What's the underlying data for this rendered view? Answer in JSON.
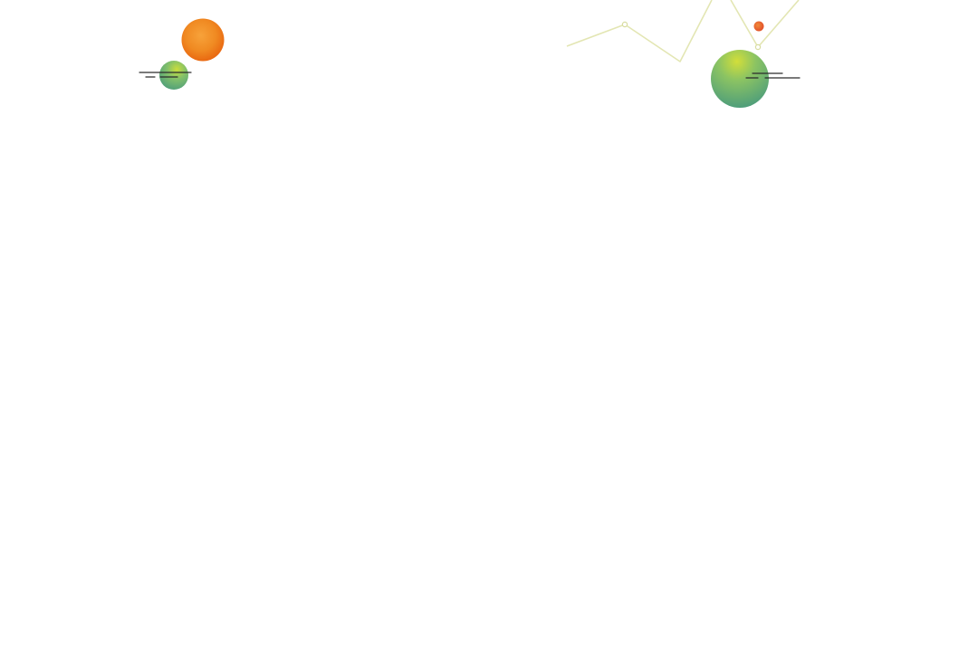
{
  "colors": {
    "background": "#ffffff",
    "orange_light": "#f7a23a",
    "orange_dark": "#e8620e",
    "green_yellow": "#c9dd3c",
    "green_mid": "#78be6a",
    "green_dark": "#4f9e7a",
    "zigzag_line": "#e3e6b3",
    "dash_lines": "#2b2b2b",
    "red_dot": "#e2512a"
  },
  "decorations": {
    "left_cluster": [
      "orange-planet",
      "green-planet-small",
      "horizon-dashes"
    ],
    "right_cluster": [
      "zigzag-line",
      "red-dot",
      "green-planet-large",
      "horizon-dashes"
    ]
  }
}
